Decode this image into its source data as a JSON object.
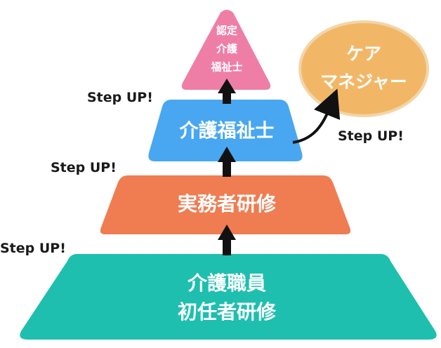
{
  "tiers": [
    {
      "lines": [
        "介護職員",
        "初任者研修"
      ],
      "color": "#1ebfae"
    },
    {
      "lines": [
        "実務者研修"
      ],
      "color": "#f07c52"
    },
    {
      "lines": [
        "介護福祉士"
      ],
      "color": "#48a7f0"
    },
    {
      "lines": [
        "認定",
        "介護",
        "福祉士"
      ],
      "color": "#ef7ea6"
    }
  ],
  "care_manager": {
    "lines": [
      "ケア",
      "マネジャー"
    ],
    "color": "#f2b766",
    "border": "#f2d5a8"
  },
  "steps": {
    "step1": "Step UP!",
    "step2": "Step UP!",
    "step3": "Step UP!",
    "step4": "Step UP!"
  },
  "colors": {
    "arrow": "#111111",
    "text": "#1a1a1a"
  }
}
